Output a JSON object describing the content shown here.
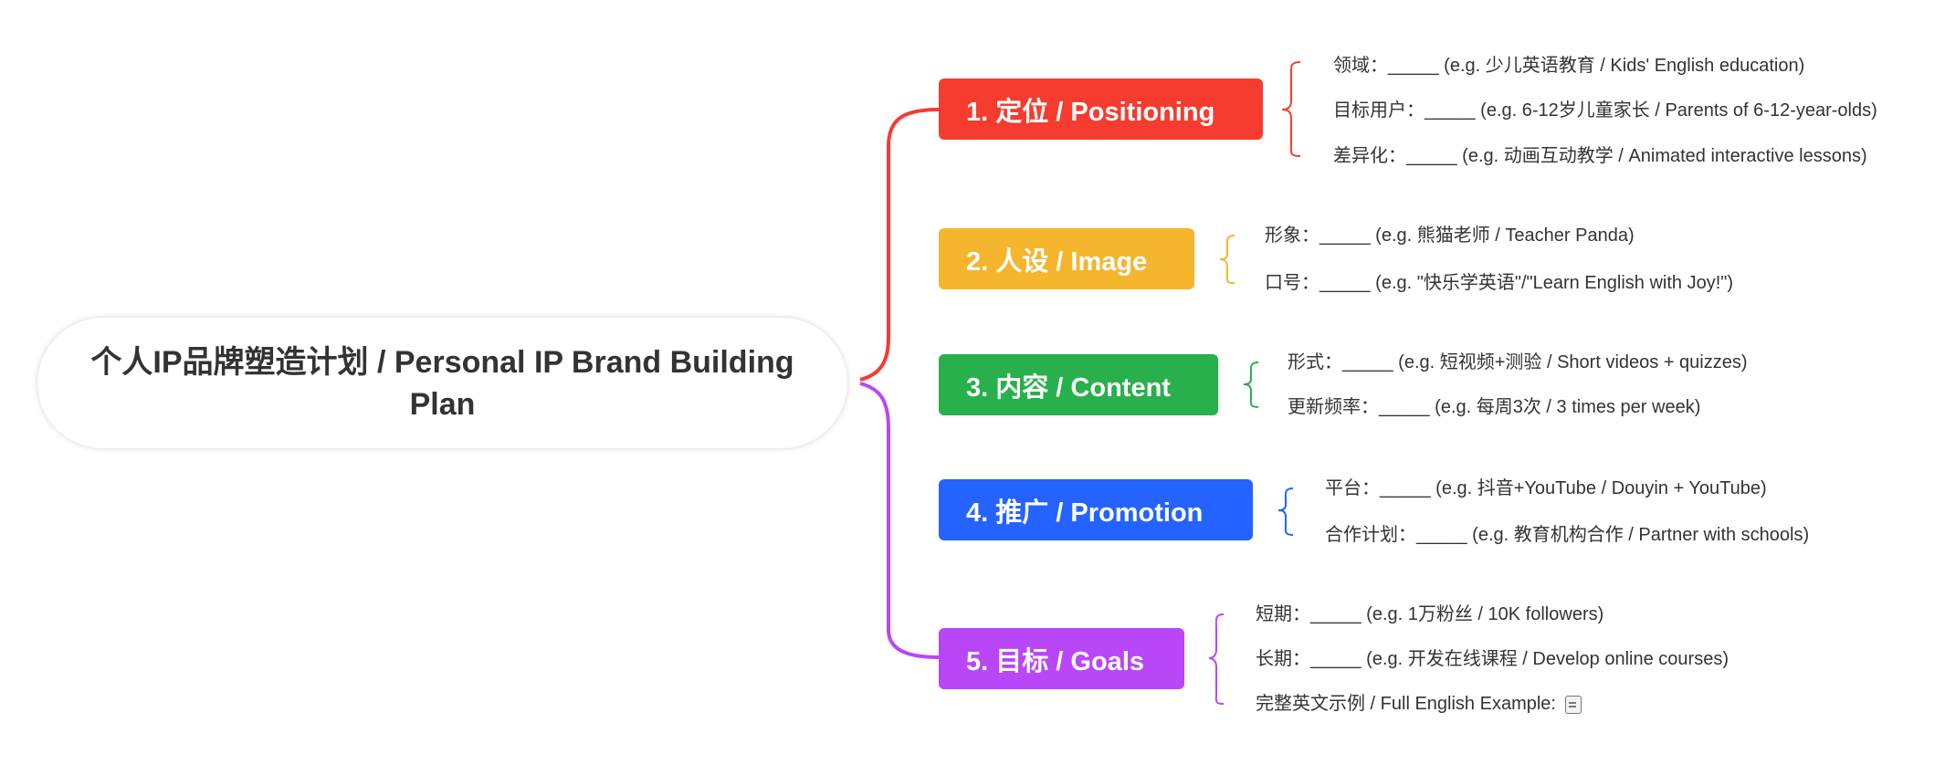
{
  "root": {
    "title": "个人IP品牌塑造计划 / Personal IP Brand Building Plan"
  },
  "colors": {
    "positioning": "#f53c2f",
    "image": "#f5b52c",
    "content": "#27b04b",
    "promotion": "#2463ff",
    "goals": "#b946f7"
  },
  "topics": [
    {
      "label": "1. 定位 / Positioning",
      "items": [
        "领域：_____ (e.g. 少儿英语教育 / Kids' English education)",
        "目标用户：_____ (e.g. 6-12岁儿童家长 / Parents of 6-12-year-olds)",
        "差异化：_____ (e.g. 动画互动教学 / Animated interactive lessons)"
      ]
    },
    {
      "label": "2. 人设 / Image",
      "items": [
        "形象：_____ (e.g. 熊猫老师 / Teacher Panda)",
        "口号：_____ (e.g. \"快乐学英语\"/\"Learn English with Joy!\")"
      ]
    },
    {
      "label": "3. 内容 / Content",
      "items": [
        "形式：_____ (e.g. 短视频+测验 / Short videos + quizzes)",
        "更新频率：_____ (e.g. 每周3次 / 3 times per week)"
      ]
    },
    {
      "label": "4. 推广 / Promotion",
      "items": [
        "平台：_____ (e.g. 抖音+YouTube / Douyin + YouTube)",
        "合作计划：_____ (e.g. 教育机构合作 / Partner with schools)"
      ]
    },
    {
      "label": "5. 目标 / Goals",
      "items": [
        "短期：_____ (e.g. 1万粉丝 / 10K followers)",
        "长期：_____ (e.g. 开发在线课程 / Develop online courses)",
        "完整英文示例 / Full English Example:"
      ]
    }
  ]
}
